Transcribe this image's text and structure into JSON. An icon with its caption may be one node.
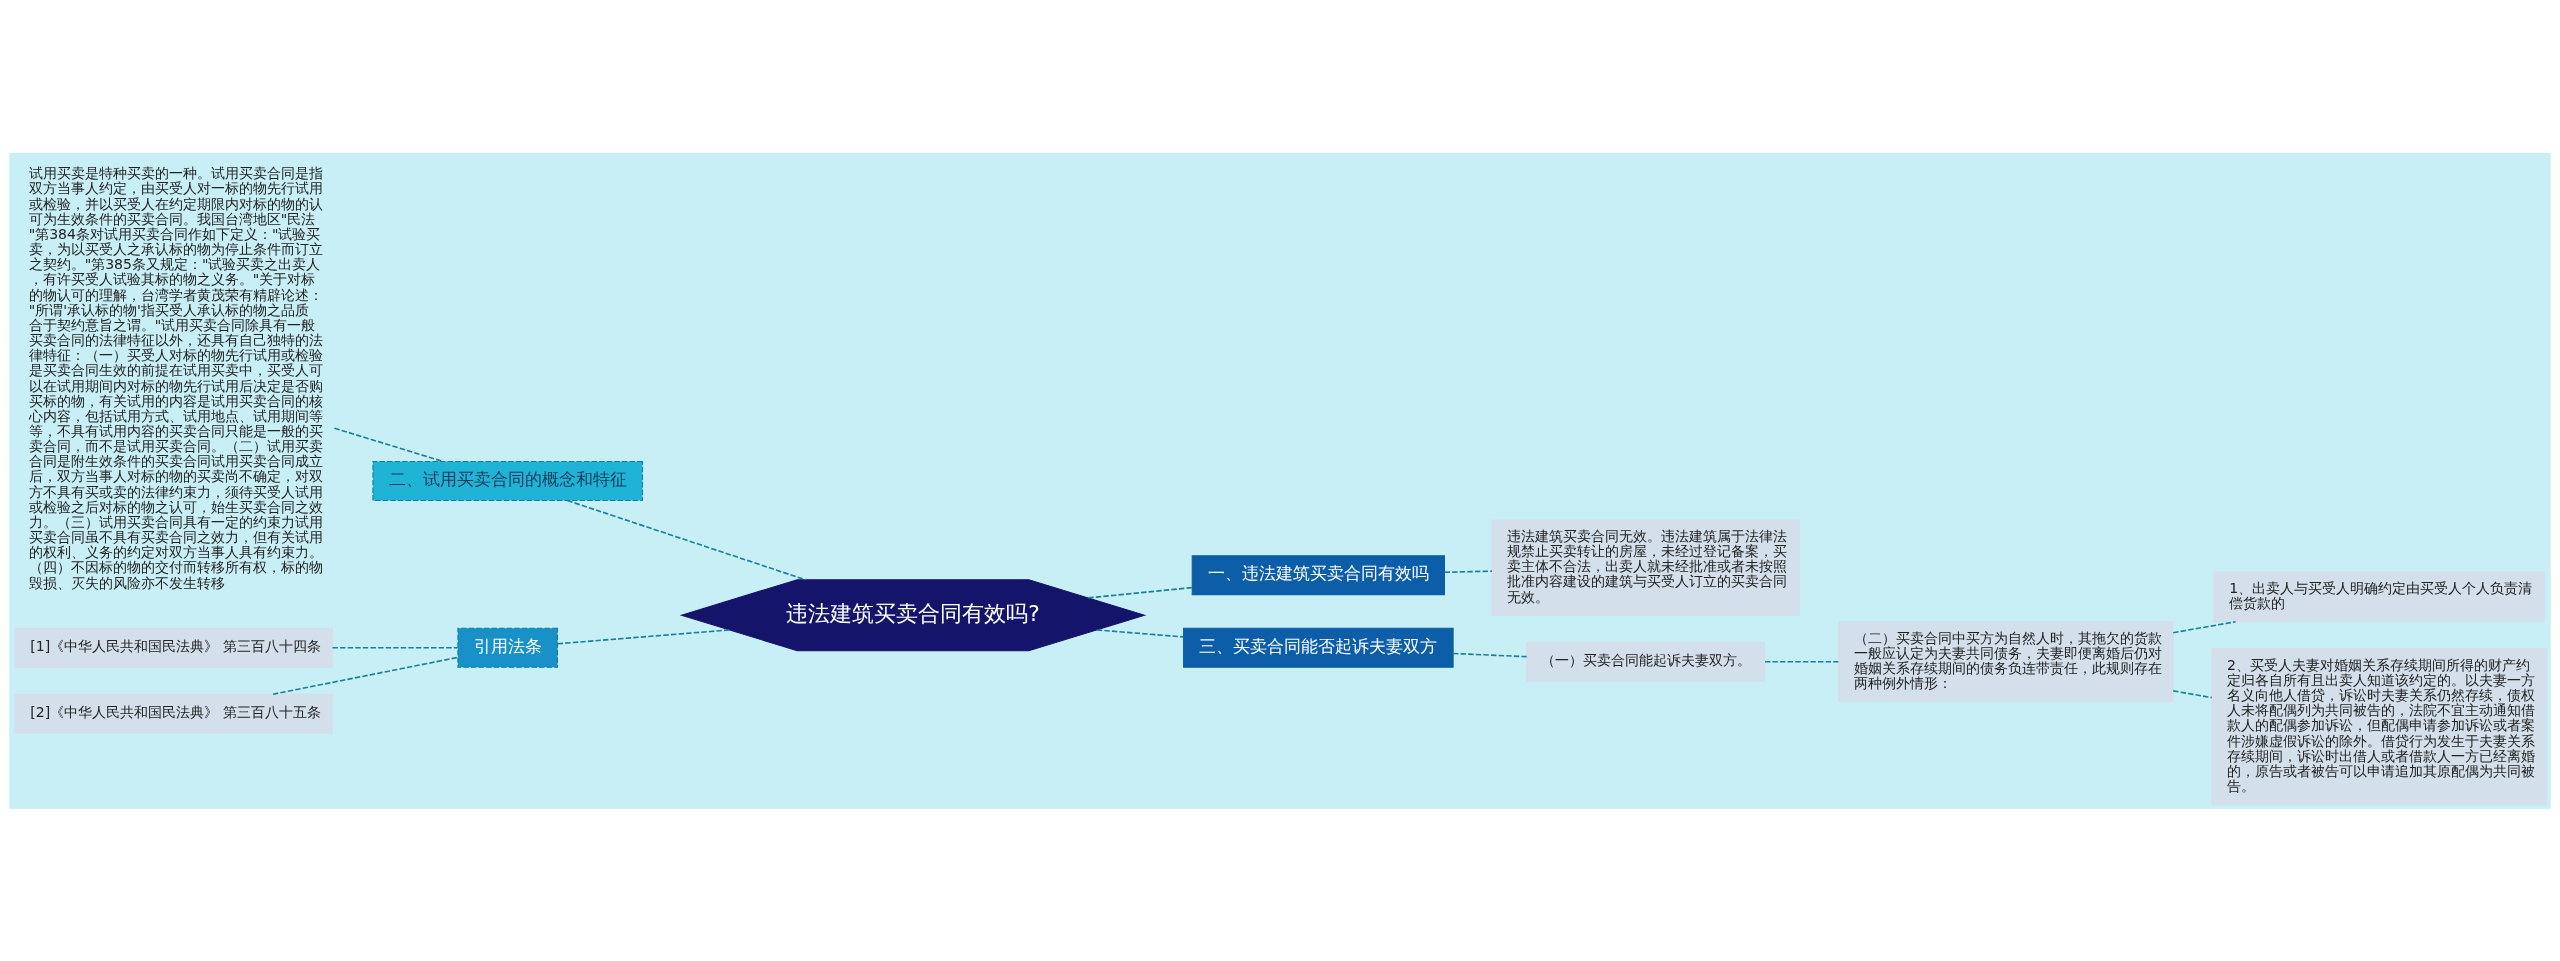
{
  "diagram": {
    "nodes": [
      {
        "text": [
          "违法建筑买卖合同有效吗?"
        ]
      },
      {
        "text": [
          "一、违法建筑买卖合同有效吗"
        ]
      },
      {
        "text": [
          "违法建筑买卖合同无效。违法建筑属于法律法规禁止买卖转让的房屋，未经过登记备案，买卖主体不合法，出卖人就未经批准或者未按照批准内容建设的建筑与买受人订立的买卖合同无效。"
        ]
      },
      {
        "text": [
          "三、买卖合同能否起诉夫妻双方"
        ]
      },
      {
        "text": [
          "（一）买卖合同能起诉夫妻双方。"
        ]
      },
      {
        "text": [
          "（二）买卖合同中买方为自然人时，其拖欠的货款一般应认定为夫妻共同债务，夫妻即便离婚后仍对婚姻关系存续期间的债务负连带责任，此规则存在两种例外情形："
        ]
      },
      {
        "text": [
          "1、出卖人与买受人明确约定由买受人个人负责清偿货款的"
        ]
      },
      {
        "text": [
          "2、买受人夫妻对婚姻关系存续期间所得的财产约定归各自所有且出卖人知道该约定的。以夫妻一方名义向他人借贷，诉讼时夫妻关系仍然存续，债权人未将配偶列为共同被告的，法院不宜主动通知借款人的配偶参加诉讼，但配偶申请参加诉讼或者案件涉嫌虚假诉讼的除外。借贷行为发生于夫妻关系存续期间，诉讼时出借人或者借款人一方已经离婚的，原告或者被告可以申请追加其原配偶为共同被告。"
        ]
      },
      {
        "text": [
          "二、试用买卖合同的概念和特征"
        ]
      },
      {
        "text": [
          "试用买卖是特种买卖的一种。试用买卖合同是指双方当事人约定，由买受人对一标的物先行试用或检验，并以买受人在约定期限内对标的物的认可为生效条件的买卖合同。我国台湾地区\"民法\"第384条对试用买卖合同作如下定义：\"试验买卖，为以买受人之承认标的物为停止条件而订立之契约。\"第385条又规定：\"试验买卖之出卖人，有许买受人试验其标的物之义务。\"关于对标的物认可的理解，台湾学者黄茂荣有精辟论述：\"所谓'承认标的物'指买受人承认标的物之品质合于契约意旨之谓。\"试用买卖合同除具有一般买卖合同的法律特征以外，还具有自己独特的法律特征：（一）买受人对标的物先行试用或检验是买卖合同生效的前提在试用买卖中，买受人可以在试用期间内对标的物先行试用后决定是否购买标的物，有关试用的内容是试用买卖合同的核心内容，包括试用方式、试用地点、试用期间等等，不具有试用内容的买卖合同只能是一般的买卖合同，而不是试用买卖合同。（二）试用买卖合同是附生效条件的买卖合同试用买卖合同成立后，双方当事人对标的物的买卖尚不确定，对双方不具有买或卖的法律约束力，须待买受人试用或检验之后对标的物之认可，始生买卖合同之效力。（三）试用买卖合同具有一定的约束力试用买卖合同虽不具有买卖合同之效力，但有关试用的权利、义务的约定对双方当事人具有约束力。（四）不因标的物的交付而转移所有权，标的物毁损、灭失的风险亦不发生转移"
        ]
      },
      {
        "text": [
          "引用法条"
        ]
      },
      {
        "text": [
          "[1]《中华人民共和国民法典》 第三百八十四条"
        ]
      },
      {
        "text": [
          "[2]《中华人民共和国民法典》 第三百八十五条"
        ]
      }
    ],
    "edges": [
      {
        "from": 0,
        "to": 1,
        "arrow": "none"
      },
      {
        "from": 1,
        "to": 2,
        "arrow": "none"
      },
      {
        "from": 0,
        "to": 3,
        "arrow": "none"
      },
      {
        "from": 3,
        "to": 4,
        "arrow": "none"
      },
      {
        "from": 4,
        "to": 5,
        "arrow": "none"
      },
      {
        "from": 5,
        "to": 6,
        "arrow": "none"
      },
      {
        "from": 5,
        "to": 7,
        "arrow": "none"
      },
      {
        "from": 8,
        "to": 0,
        "arrow": "none"
      },
      {
        "from": 9,
        "to": 8,
        "arrow": "none"
      },
      {
        "from": 10,
        "to": 0,
        "arrow": "none"
      },
      {
        "from": 11,
        "to": 10,
        "arrow": "none"
      },
      {
        "from": 12,
        "to": 10,
        "arrow": "none"
      }
    ]
  }
}
